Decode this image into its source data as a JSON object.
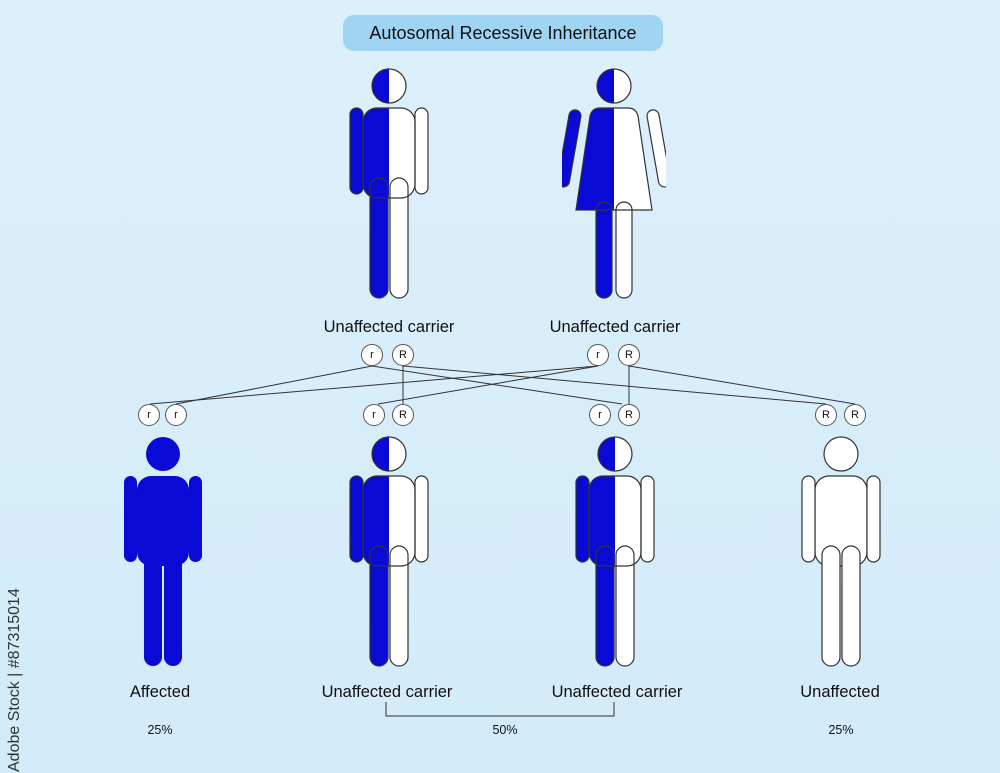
{
  "title": "Autosomal Recessive Inheritance",
  "colors": {
    "affected": "#0a0ad6",
    "unaffected": "#ffffff",
    "outline": "#333333"
  },
  "parents": [
    {
      "label": "Unaffected carrier",
      "sex": "male",
      "alleles": [
        "r",
        "R"
      ]
    },
    {
      "label": "Unaffected carrier",
      "sex": "female",
      "alleles": [
        "r",
        "R"
      ]
    }
  ],
  "children": [
    {
      "label": "Affected",
      "fill": "affected",
      "alleles": [
        "r",
        "r"
      ]
    },
    {
      "label": "Unaffected carrier",
      "fill": "carrier",
      "alleles": [
        "r",
        "R"
      ]
    },
    {
      "label": "Unaffected carrier",
      "fill": "carrier",
      "alleles": [
        "r",
        "R"
      ]
    },
    {
      "label": "Unaffected",
      "fill": "unaffected",
      "alleles": [
        "R",
        "R"
      ]
    }
  ],
  "percentages": {
    "affected": "25%",
    "carriers": "50%",
    "unaffected": "25%"
  },
  "credit": "Adobe Stock | #87315014"
}
